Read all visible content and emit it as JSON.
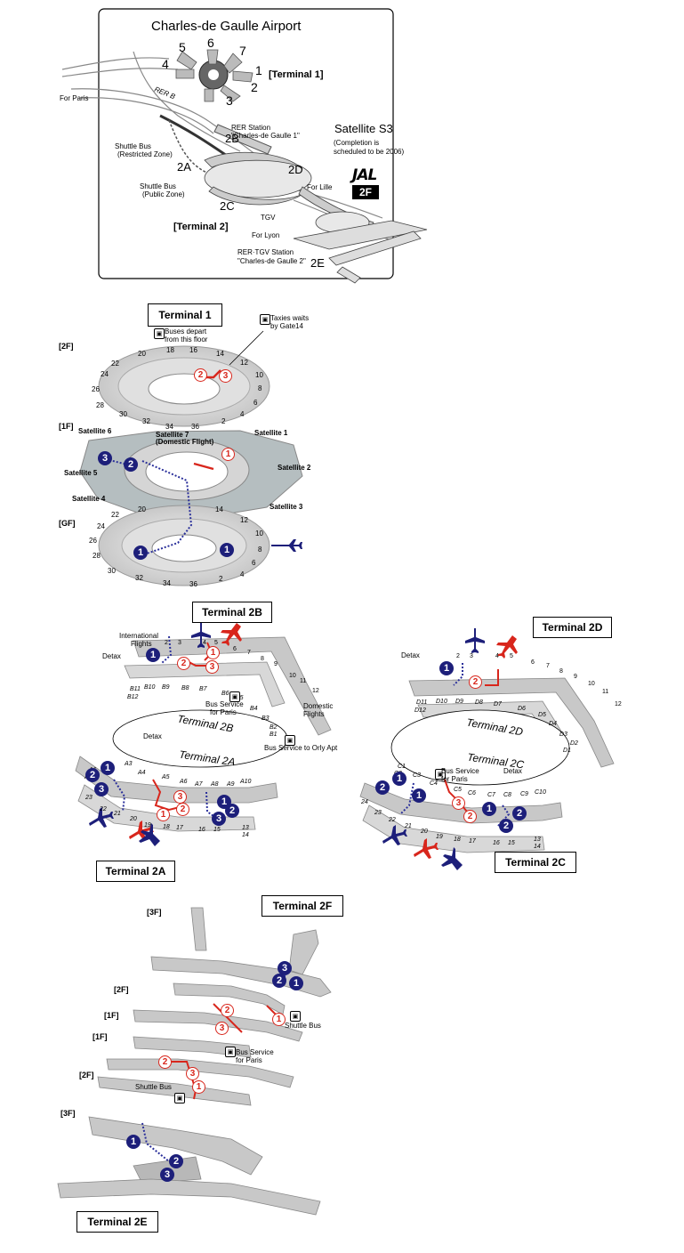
{
  "overview": {
    "title": "Charles-de Gaulle Airport",
    "terminal1": "[Terminal 1]",
    "terminal2": "[Terminal 2]",
    "for_paris": "For Paris",
    "rer_b": "RER B",
    "rer_station_1": "RER Station",
    "rer_station_2": "\"Charles-de Gaulle 1\"",
    "shuttle_restricted_1": "Shuttle Bus",
    "shuttle_restricted_2": "(Restricted Zone)",
    "shuttle_public_1": "Shuttle Bus",
    "shuttle_public_2": "(Public Zone)",
    "t2b": "2B",
    "t2a": "2A",
    "t2c": "2C",
    "t2d": "2D",
    "t2e": "2E",
    "for_lille": "For Lille",
    "tgv": "TGV",
    "for_lyon": "For Lyon",
    "rer_tgv_1": "RER·TGV Station",
    "rer_tgv_2": "\"Charles-de Gaulle 2\"",
    "satellite_s3": "Satellite S3",
    "s3_note_1": "(Completion is",
    "s3_note_2": "scheduled to be 2006)",
    "jal_logo": "JAL",
    "jal_floor": "2F",
    "sat_numbers": [
      "5",
      "6",
      "7",
      "4",
      "1",
      "2",
      "3"
    ]
  },
  "terminal1": {
    "title": "Terminal 1",
    "buses_1": "Buses depart",
    "buses_2": "from this floor",
    "taxi_1": "Taxies waits",
    "taxi_2": "by Gate14",
    "floor_2f": "[2F]",
    "floor_1f": "[1F]",
    "floor_gf": "[GF]",
    "gates_2f": [
      "18",
      "16",
      "20",
      "14",
      "12",
      "22",
      "10",
      "24",
      "8",
      "26",
      "28",
      "6",
      "30",
      "4",
      "32",
      "34",
      "36",
      "2"
    ],
    "satellite_6": "Satellite 6",
    "satellite_7": "Satellite 7",
    "satellite_7_note": "(Domestic Flight)",
    "satellite_1": "Satellite 1",
    "satellite_2": "Satellite 2",
    "satellite_3": "Satellite 3",
    "satellite_4": "Satellite 4",
    "satellite_5": "Satellite 5",
    "gates_gf": [
      "20",
      "14",
      "22",
      "12",
      "24",
      "10",
      "26",
      "8",
      "28",
      "6",
      "30",
      "4",
      "32",
      "34",
      "36",
      "2"
    ],
    "markers": [
      "2",
      "3",
      "1",
      "3",
      "2",
      "1",
      "1"
    ]
  },
  "terminal2b": {
    "title": "Terminal 2B",
    "intl_1": "International",
    "intl_2": "Flights",
    "detax": "Detax",
    "domestic_1": "Domestic",
    "domestic_2": "Flights",
    "bus_paris_1": "Bus Service",
    "bus_paris_2": "for Paris",
    "bus_orly": "Bus Service to Orly Apt",
    "centre_label": "Terminal 2B",
    "gates_top": [
      "2",
      "3",
      "4",
      "5",
      "6",
      "7",
      "8",
      "9",
      "10",
      "11",
      "12"
    ],
    "gates_bottom": [
      "B11",
      "B12",
      "B10",
      "B9",
      "B8",
      "B7",
      "B6",
      "B5",
      "B4",
      "B3",
      "B2",
      "B1"
    ],
    "markers": [
      "1",
      "1",
      "2",
      "3"
    ]
  },
  "terminal2a": {
    "title": "Terminal 2A",
    "centre_label": "Terminal 2A",
    "detax": "Detax",
    "gates": [
      "A1",
      "A2",
      "A3",
      "A4",
      "A5",
      "A6",
      "A7",
      "A8",
      "A9",
      "A10",
      "23",
      "22",
      "21",
      "20",
      "19",
      "18",
      "17",
      "16",
      "15",
      "13",
      "14"
    ],
    "markers": [
      "1",
      "2",
      "3",
      "3",
      "2",
      "1",
      "1",
      "2",
      "3"
    ]
  },
  "terminal2d": {
    "title": "Terminal 2D",
    "detax": "Detax",
    "centre_label": "Terminal 2D",
    "gates_top": [
      "2",
      "3",
      "4",
      "5",
      "6",
      "7",
      "8",
      "9",
      "10",
      "11",
      "12"
    ],
    "gates_bottom": [
      "D11",
      "D12",
      "D10",
      "D9",
      "D8",
      "D7",
      "D6",
      "D5",
      "D4",
      "D3",
      "D2",
      "D1"
    ],
    "markers": [
      "1",
      "2"
    ]
  },
  "terminal2c": {
    "title": "Terminal 2C",
    "centre_label": "Terminal 2C",
    "detax": "Detax",
    "bus_paris_1": "Bus Service",
    "bus_paris_2": "for Paris",
    "gates": [
      "C1",
      "C2",
      "C3",
      "C4",
      "C5",
      "C6",
      "C7",
      "C8",
      "C9",
      "C10",
      "24",
      "23",
      "22",
      "21",
      "20",
      "19",
      "18",
      "17",
      "16",
      "15",
      "13",
      "14"
    ],
    "markers": [
      "1",
      "2",
      "1",
      "2",
      "3",
      "2",
      "1",
      "2"
    ]
  },
  "terminal2f": {
    "title": "Terminal 2F",
    "floors": [
      "[3F]",
      "[2F]",
      "[1F]",
      "[1F]",
      "[2F]",
      "[3F]"
    ],
    "shuttle_bus_1": "Shuttle Bus",
    "bus_paris_1": "Bus Service",
    "bus_paris_2": "for Paris",
    "shuttle_bus_2": "Shuttle Bus",
    "markers": [
      "3",
      "2",
      "1",
      "2",
      "3",
      "1",
      "2",
      "3",
      "1",
      "1",
      "2",
      "3"
    ]
  },
  "terminal2e": {
    "title": "Terminal 2E"
  },
  "colors": {
    "navy_marker": "#1d1f7a",
    "red_route": "#d8261c",
    "terminal_grey": "#cfcfcf",
    "route_blue": "#2a2f9a"
  }
}
